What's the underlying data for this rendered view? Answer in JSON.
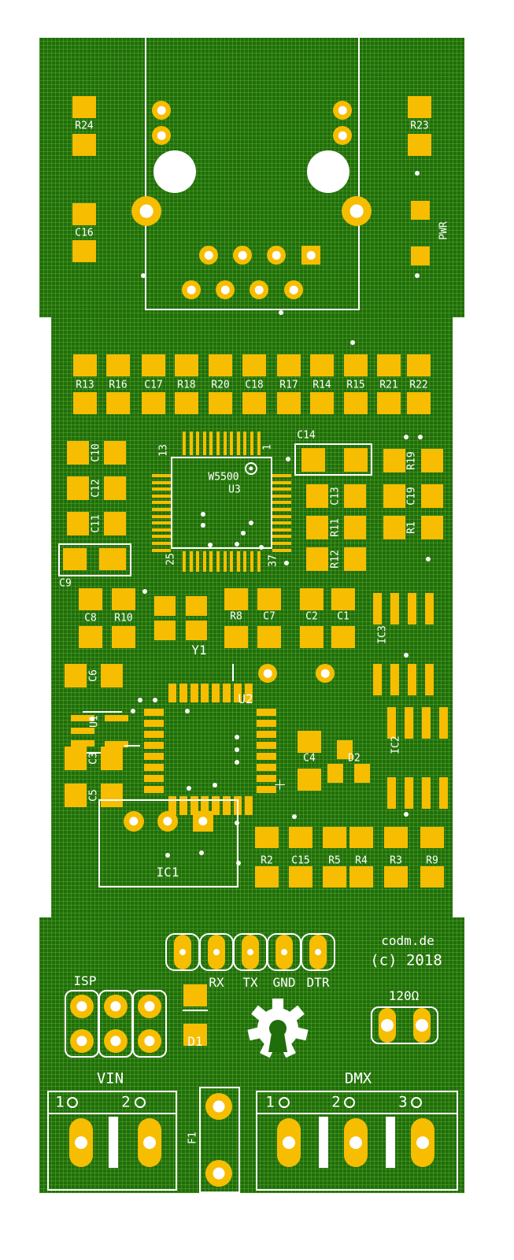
{
  "board": {
    "color_board": "#1f6e0b",
    "color_copper": "#f7bd00",
    "color_silk": "#ffffff"
  },
  "refs": {
    "R24": "R24",
    "R23": "R23",
    "C16": "C16",
    "PWR": "PWR",
    "R13": "R13",
    "R16": "R16",
    "C17": "C17",
    "R18": "R18",
    "R20": "R20",
    "C18": "C18",
    "R17": "R17",
    "R14": "R14",
    "R15": "R15",
    "R21": "R21",
    "R22": "R22",
    "C10": "C10",
    "C12": "C12",
    "C11": "C11",
    "C9": "C9",
    "C14": "C14",
    "C13": "C13",
    "R11": "R11",
    "R12": "R12",
    "R19": "R19",
    "C19": "C19",
    "R1": "R1",
    "U3": "U3",
    "W5500": "W5500",
    "U3_pin1": "1",
    "U3_pin13": "13",
    "U3_pin25": "25",
    "U3_pin37": "37",
    "C8": "C8",
    "R10": "R10",
    "Y1": "Y1",
    "R8": "R8",
    "C7": "C7",
    "C2": "C2",
    "C1": "C1",
    "IC3": "IC3",
    "IC2": "IC2",
    "C6": "C6",
    "U1": "U1",
    "C3": "C3",
    "C5": "C5",
    "U2": "U2",
    "C4": "C4",
    "D2": "D2",
    "R2": "R2",
    "C15": "C15",
    "R5": "R5",
    "R4": "R4",
    "R3": "R3",
    "R9": "R9",
    "IC1": "IC1",
    "D1": "D1",
    "F1": "F1"
  },
  "headers": {
    "serial": [
      "",
      "RX",
      "TX",
      "GND",
      "DTR"
    ],
    "isp": "ISP",
    "termination": "120Ω"
  },
  "branding": {
    "site": "codm.de",
    "copyright": "(c) 2018"
  },
  "terminals": {
    "vin": {
      "label": "VIN",
      "pins": [
        "1",
        "2"
      ]
    },
    "dmx": {
      "label": "DMX",
      "pins": [
        "1",
        "2",
        "3"
      ]
    }
  },
  "icons": {
    "logo": "open-source-hardware-gear-icon"
  }
}
